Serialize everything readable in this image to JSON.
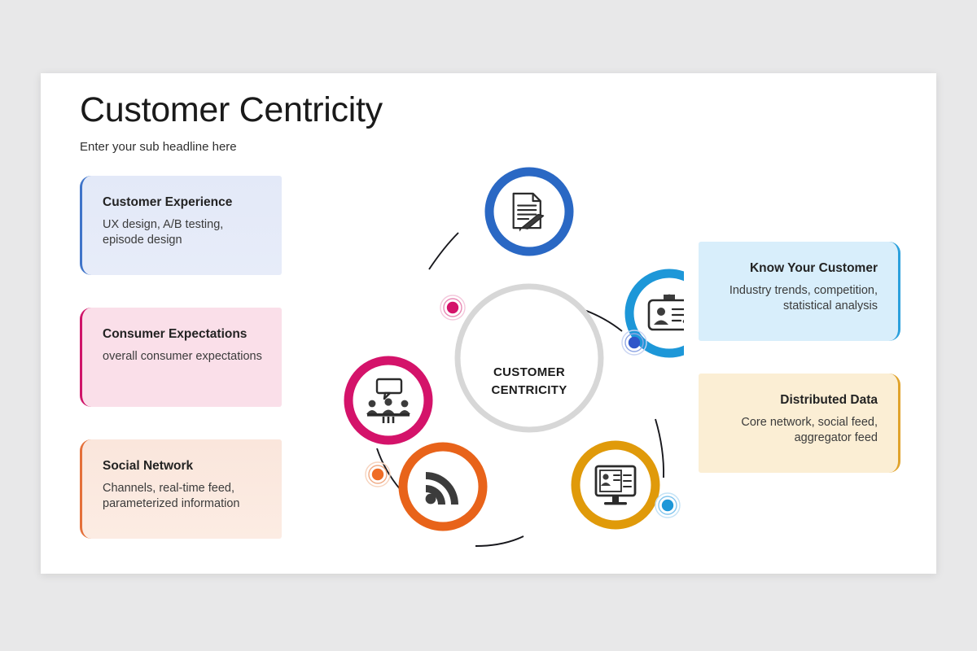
{
  "header": {
    "title": "Customer Centricity",
    "subtitle": "Enter your sub headline here"
  },
  "hub": {
    "line1": "CUSTOMER",
    "line2": "CENTRICITY"
  },
  "cards": {
    "customer_experience": {
      "title": "Customer Experience",
      "desc": "UX design, A/B testing, episode design",
      "accent": "#3f74c9",
      "fill": "#e5eafa"
    },
    "consumer_expectations": {
      "title": "Consumer Expectations",
      "desc": "overall consumer expectations",
      "accent": "#cf1469",
      "fill": "#fadfe9"
    },
    "social_network": {
      "title": "Social Network",
      "desc": "Channels, real-time feed, parameterized information",
      "accent": "#e4703a",
      "fill": "#fbe8de"
    },
    "know_your_customer": {
      "title": "Know Your Customer",
      "desc": "Industry trends, competition, statistical analysis",
      "accent": "#2ba0dc",
      "fill": "#d8eefb"
    },
    "distributed_data": {
      "title": "Distributed Data",
      "desc": "Core network, social feed, aggregator feed",
      "accent": "#e0a32c",
      "fill": "#fbeed4"
    }
  },
  "nodes": [
    {
      "name": "document-pen",
      "color": "#2a68c4",
      "label": "Customer Experience"
    },
    {
      "name": "id-badge",
      "color": "#1d97d8",
      "label": "Know Your Customer"
    },
    {
      "name": "monitor",
      "color": "#e09a0a",
      "label": "Distributed Data"
    },
    {
      "name": "rss-feed",
      "color": "#e8631a",
      "label": "Social Network"
    },
    {
      "name": "meeting",
      "color": "#d4136a",
      "label": "Consumer Expectations"
    }
  ],
  "connector_dots": [
    {
      "name": "dot-blue",
      "color": "#2f56c9"
    },
    {
      "name": "dot-cyan",
      "color": "#1d97d8"
    },
    {
      "name": "dot-amber",
      "color": "#f0a81b"
    },
    {
      "name": "dot-orange",
      "color": "#ef6c25"
    },
    {
      "name": "dot-magenta",
      "color": "#d4136a"
    }
  ],
  "hub_ring_color": "#d7d7d7"
}
